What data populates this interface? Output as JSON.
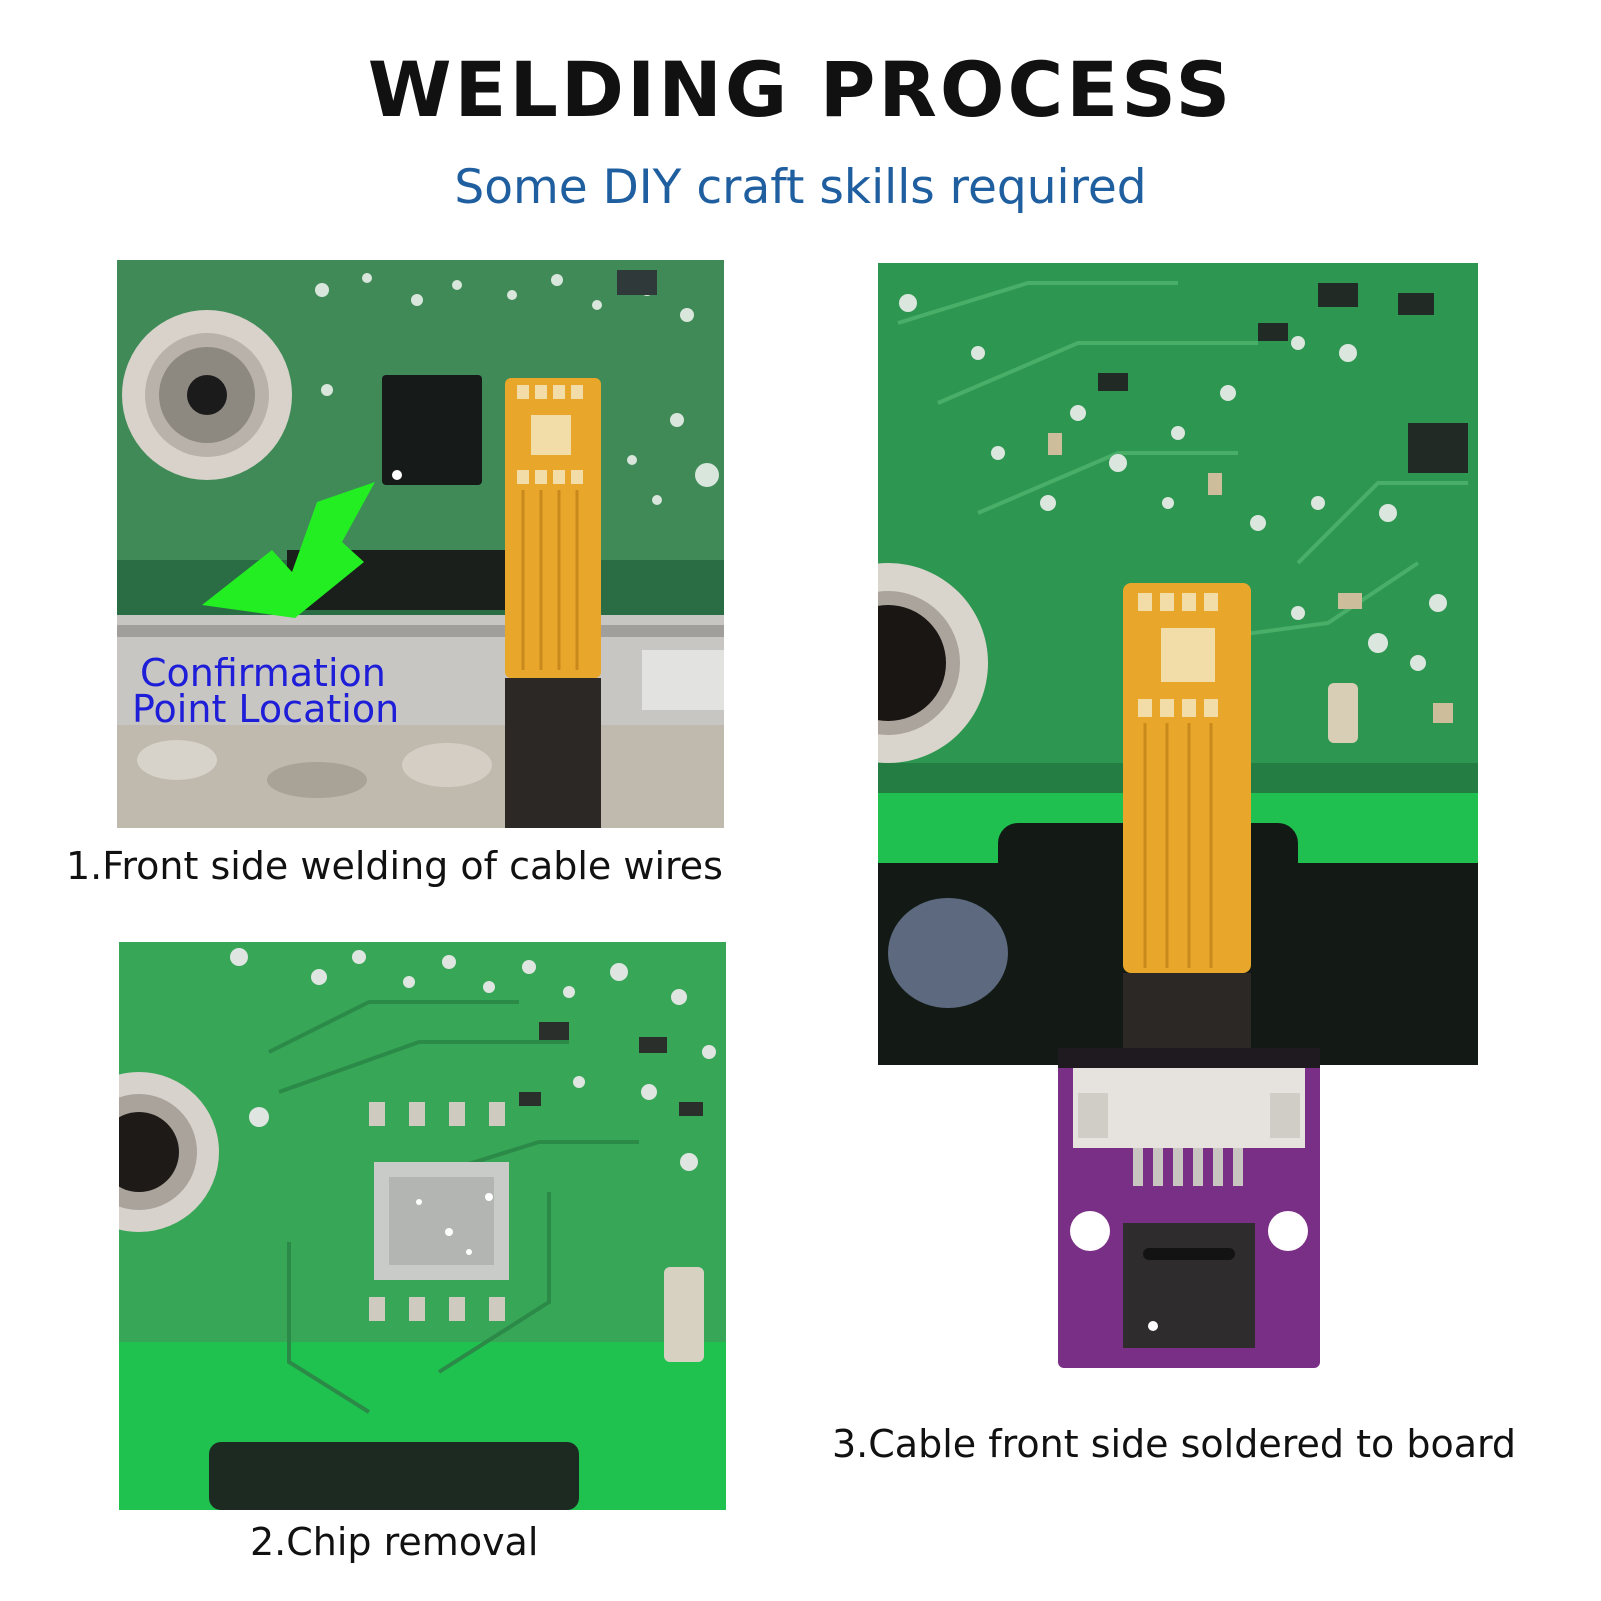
{
  "header": {
    "title": "WELDING PROCESS",
    "subtitle": "Some DIY craft skills required"
  },
  "colors": {
    "subtitle": "#1f5fa0",
    "callout": "#1e1ed8",
    "pcb_green": "#2e9a55",
    "flex_cable": "#e8a62a",
    "arrow": "#22ee22",
    "adapter_board": "#7a2f86"
  },
  "steps": [
    {
      "caption": "1.Front side welding of cable wires",
      "callout": {
        "line1": "Confirmation",
        "line2": "Point Location"
      }
    },
    {
      "caption": "2.Chip removal"
    },
    {
      "caption": "3.Cable front side soldered to board"
    }
  ]
}
